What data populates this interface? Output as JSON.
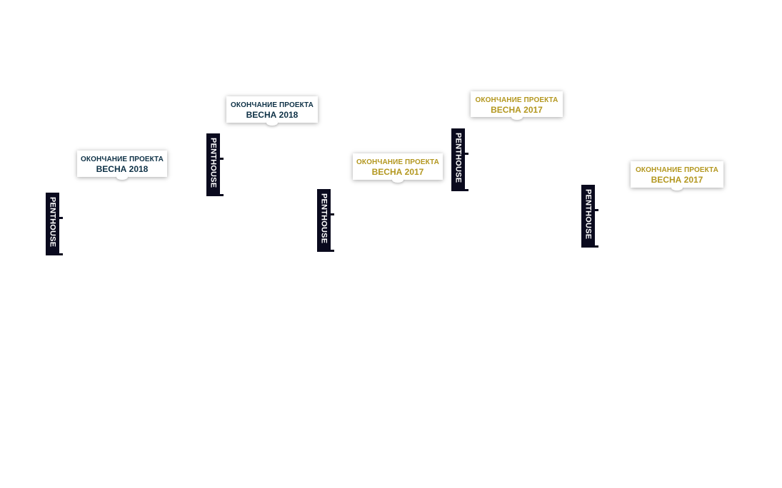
{
  "callouts": [
    {
      "line1": "ОКОНЧАНИЕ ПРОЕКТА",
      "line2": "ВЕСНА 2018",
      "color": "#0e3146"
    },
    {
      "line1": "ОКОНЧАНИЕ ПРОЕКТА",
      "line2": "ВЕСНА 2018",
      "color": "#0e3146"
    },
    {
      "line1": "ОКОНЧАНИЕ ПРОЕКТА",
      "line2": "ВЕСНА 2017",
      "color": "#b3971f"
    },
    {
      "line1": "ОКОНЧАНИЕ ПРОЕКТА",
      "line2": "ВЕСНА 2017",
      "color": "#b3971f"
    },
    {
      "line1": "ОКОНЧАНИЕ ПРОЕКТА",
      "line2": "ВЕСНА 2017",
      "color": "#b3971f"
    }
  ],
  "tags": [
    {
      "label": "PENTHOUSE"
    },
    {
      "label": "PENTHOUSE"
    },
    {
      "label": "PENTHOUSE"
    },
    {
      "label": "PENTHOUSE"
    },
    {
      "label": "PENTHOUSE"
    }
  ],
  "colors": {
    "navy_text": "#0e3146",
    "gold_text": "#b3971f",
    "tag_background": "#0a0a1e",
    "page_background": "#ffffff"
  }
}
